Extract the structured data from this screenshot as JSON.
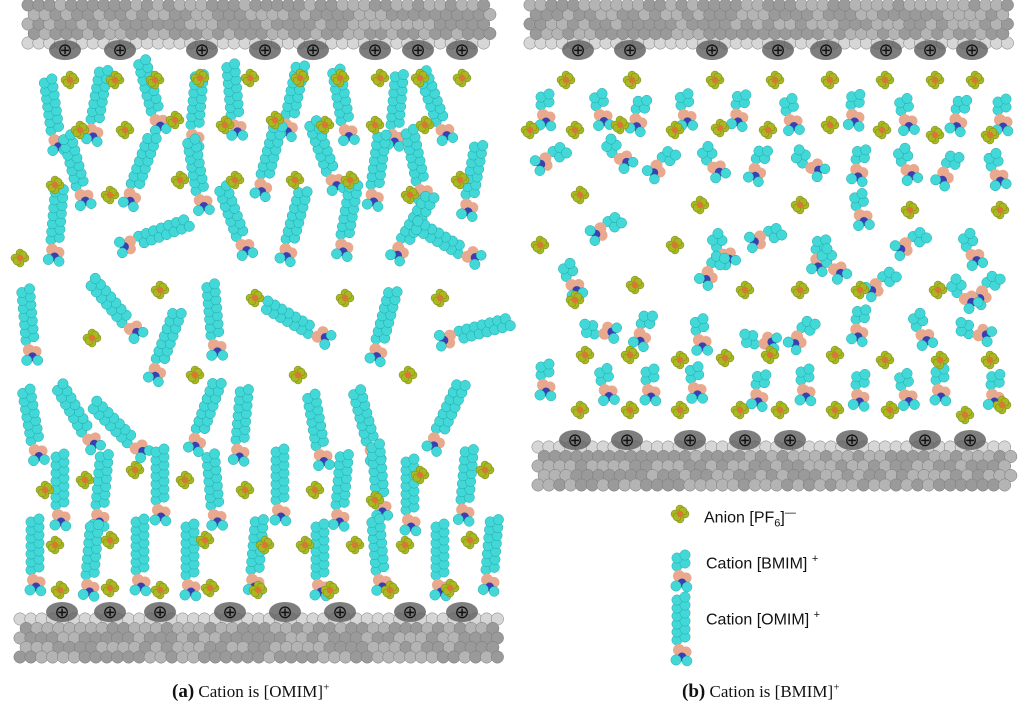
{
  "legend": {
    "anion_text": "Anion [PF",
    "anion_sub": "6",
    "anion_end": "]",
    "anion_charge": "—",
    "bmim_text": "Cation [BMIM]",
    "bmim_charge": "+",
    "omim_text": "Cation [OMIM]",
    "omim_charge": "+"
  },
  "captions": {
    "a_letter": "(a)",
    "a_text": "Cation is [OMIM]",
    "a_charge": "+",
    "b_letter": "(b)",
    "b_text": "Cation is [BMIM]",
    "b_charge": "+"
  },
  "electrode_symbol": "⊕",
  "colors": {
    "electrode": "#9a9a9a",
    "electrode_light": "#d6d6d6",
    "electrode_dark": "#5e5e5e",
    "cation_chain": "#43d8d8",
    "cation_ring": "#e8a98e",
    "cation_nitrogen": "#3a3fb4",
    "anion_fluorine": "#a8b821",
    "anion_phosphorus": "#d97832"
  }
}
